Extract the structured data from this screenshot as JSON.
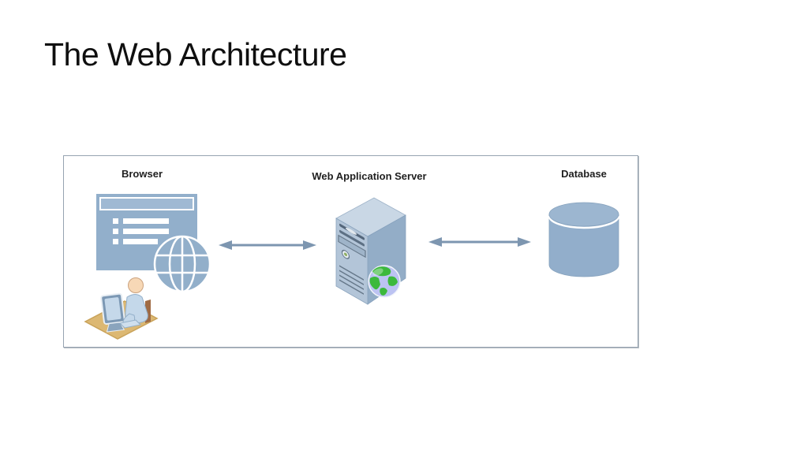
{
  "slide": {
    "title": "The Web Architecture"
  },
  "diagram": {
    "nodes": [
      {
        "id": "browser",
        "label": "Browser",
        "icon": "browser-window-globe-user-icon"
      },
      {
        "id": "web-app-server",
        "label": "Web Application Server",
        "icon": "server-tower-globe-icon"
      },
      {
        "id": "database",
        "label": "Database",
        "icon": "database-cylinder-icon"
      }
    ],
    "connections": [
      {
        "from": "browser",
        "to": "web-app-server",
        "style": "double-arrow"
      },
      {
        "from": "web-app-server",
        "to": "database",
        "style": "double-arrow"
      }
    ],
    "colors": {
      "icon_blue": "#92afca",
      "icon_blue_light": "#a2bbd4",
      "server_front": "#b3c5d8",
      "server_side": "#90aac5",
      "server_top": "#c9d7e5",
      "arrow": "#7d96b0",
      "box_border": "#96a3b1",
      "globe_green": "#3cb93c",
      "globe_lavender": "#bcc3f2",
      "floor_tan": "#ddb96f",
      "skin": "#f7d8b6",
      "person_body": "#c4d8ea",
      "label_color": "#1f1f1f"
    }
  }
}
